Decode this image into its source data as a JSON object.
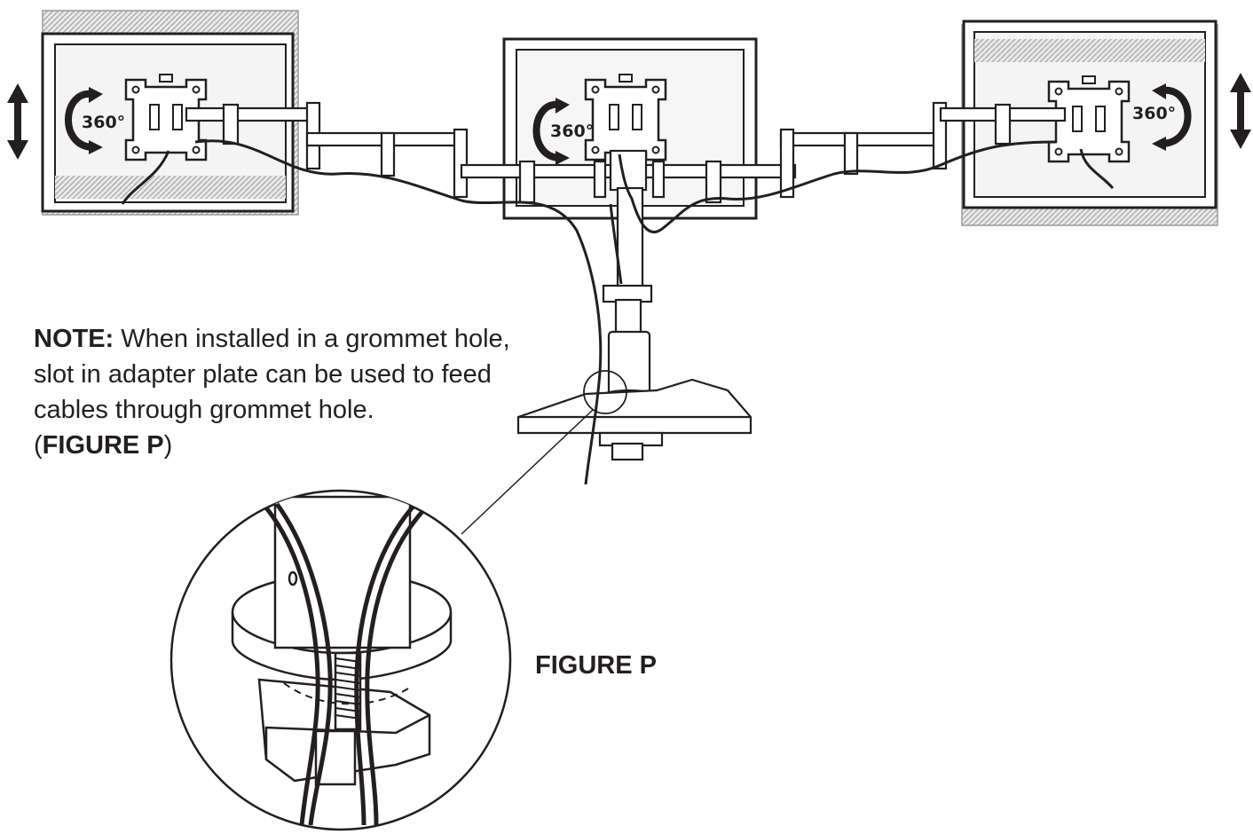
{
  "note": {
    "label": "NOTE:",
    "line1": "When installed in a grommet hole,",
    "line2": "slot in adapter plate can be used to feed",
    "line3": "cables through grommet hole.",
    "paren_open": "(",
    "figure_ref": "FIGURE P",
    "paren_close": ")"
  },
  "figure_label": "FIGURE P",
  "rotation_labels": {
    "left": "360°",
    "center": "360°",
    "right": "360°"
  },
  "icons": {
    "tilt_arrows": "double-arrow-vertical",
    "rotation": "circular-arrow-360",
    "vesa_plate": "vesa-mount-plate",
    "magnifier": "detail-circle"
  },
  "colors": {
    "line": "#231f20",
    "fill": "#ffffff",
    "hatch": "#9a9a9a"
  }
}
